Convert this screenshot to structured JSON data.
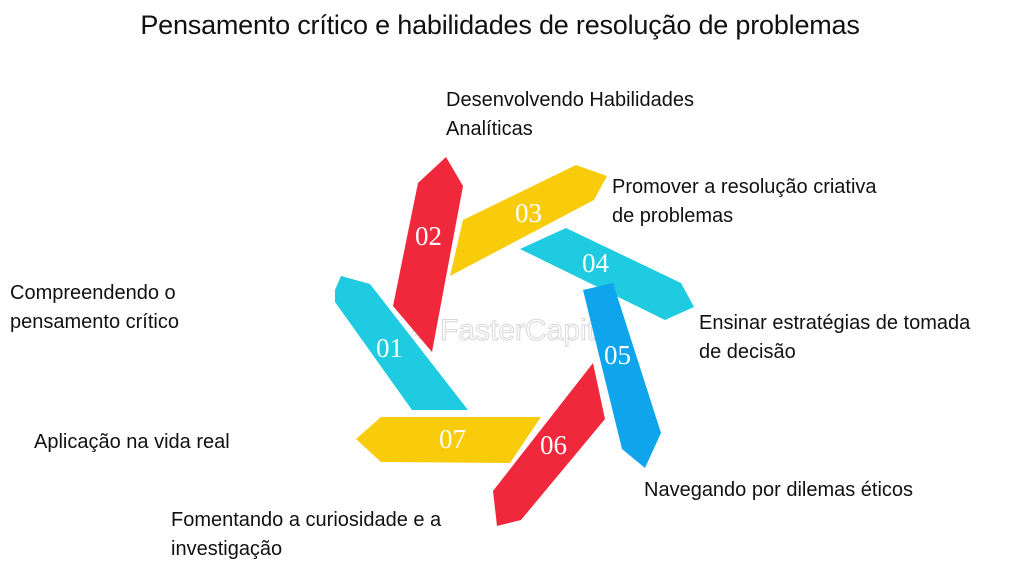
{
  "title": "Pensamento crítico e habilidades de resolução de problemas",
  "colors": {
    "cyan": "#1ECBE1",
    "red": "#F0283C",
    "yellow": "#F9CC0B",
    "blue": "#0EA5EC",
    "text": "#111111",
    "background": "#FFFFFF"
  },
  "watermark": "FasterCapital",
  "steps": [
    {
      "number": "01",
      "label_line1": "Compreendendo o",
      "label_line2": "pensamento crítico",
      "color": "cyan"
    },
    {
      "number": "02",
      "label_line1": "Desenvolvendo Habilidades",
      "label_line2": "Analíticas",
      "color": "red"
    },
    {
      "number": "03",
      "label_line1": "Promover a resolução criativa",
      "label_line2": "de problemas",
      "color": "yellow"
    },
    {
      "number": "04",
      "label_line1": "Ensinar estratégias de tomada",
      "label_line2": "de decisão",
      "color": "cyan"
    },
    {
      "number": "05",
      "label_line1": "Navegando por dilemas éticos",
      "label_line2": "",
      "color": "blue"
    },
    {
      "number": "06",
      "label_line1": "Fomentando a curiosidade e a",
      "label_line2": "investigação",
      "color": "red"
    },
    {
      "number": "07",
      "label_line1": "Aplicação na vida real",
      "label_line2": "",
      "color": "yellow"
    }
  ]
}
